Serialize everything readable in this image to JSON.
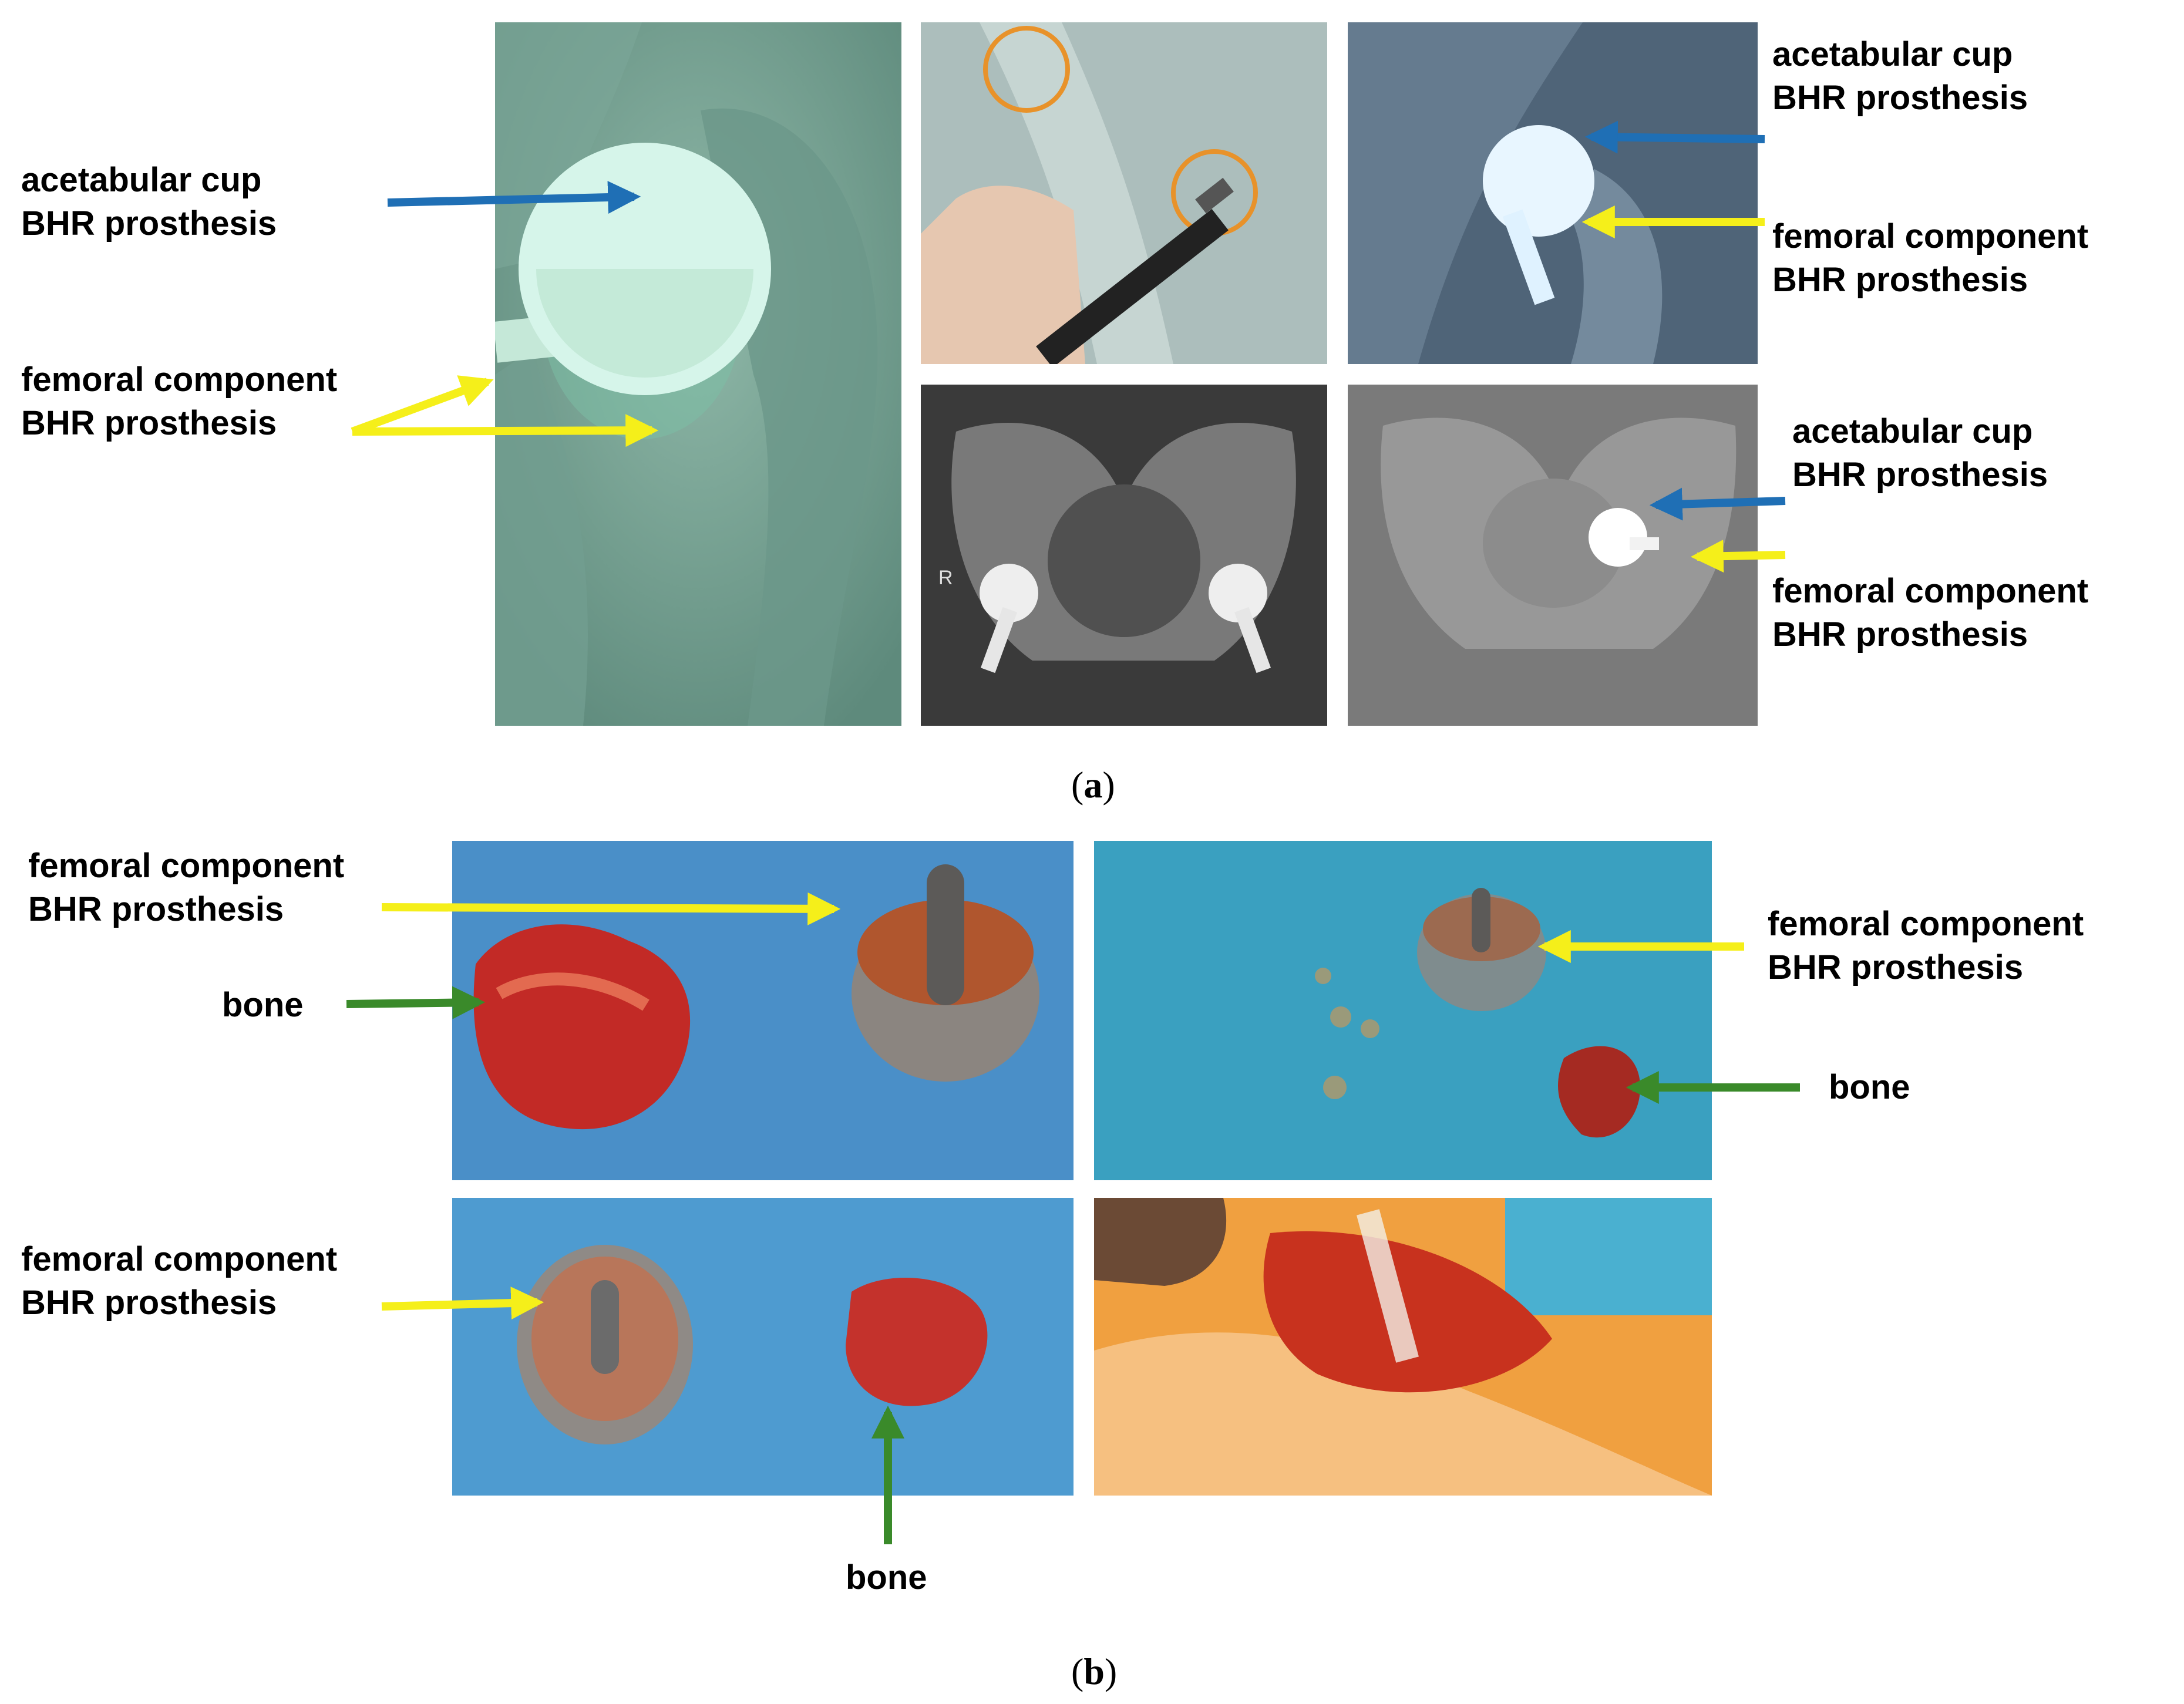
{
  "labels": {
    "a_left_cup": [
      "acetabular cup",
      "BHR prosthesis"
    ],
    "a_left_femoral": [
      "femoral component",
      "BHR prosthesis"
    ],
    "a_tr_cup": [
      "acetabular cup",
      "BHR prosthesis"
    ],
    "a_tr_femoral": [
      "femoral component",
      "BHR prosthesis"
    ],
    "a_br_cup": [
      "acetabular cup",
      "BHR prosthesis"
    ],
    "a_br_femoral": [
      "femoral component",
      "BHR prosthesis"
    ],
    "b_tl_femoral": [
      "femoral component",
      "BHR prosthesis"
    ],
    "b_tl_bone": "bone",
    "b_tr_femoral": [
      "femoral component",
      "BHR prosthesis"
    ],
    "b_tr_bone": "bone",
    "b_bl_femoral": [
      "femoral component",
      "BHR prosthesis"
    ],
    "b_bl_bone": "bone"
  },
  "captions": {
    "a": {
      "open": "(",
      "letter": "a",
      "close": ")"
    },
    "b": {
      "open": "(",
      "letter": "b",
      "close": ")"
    }
  },
  "xray_marks": {
    "pelvis_side": "R"
  },
  "colors": {
    "blue_arrow": "#1f6fb5",
    "yellow_arrow": "#f5ef1a",
    "green_arrow": "#3a8a2a"
  }
}
